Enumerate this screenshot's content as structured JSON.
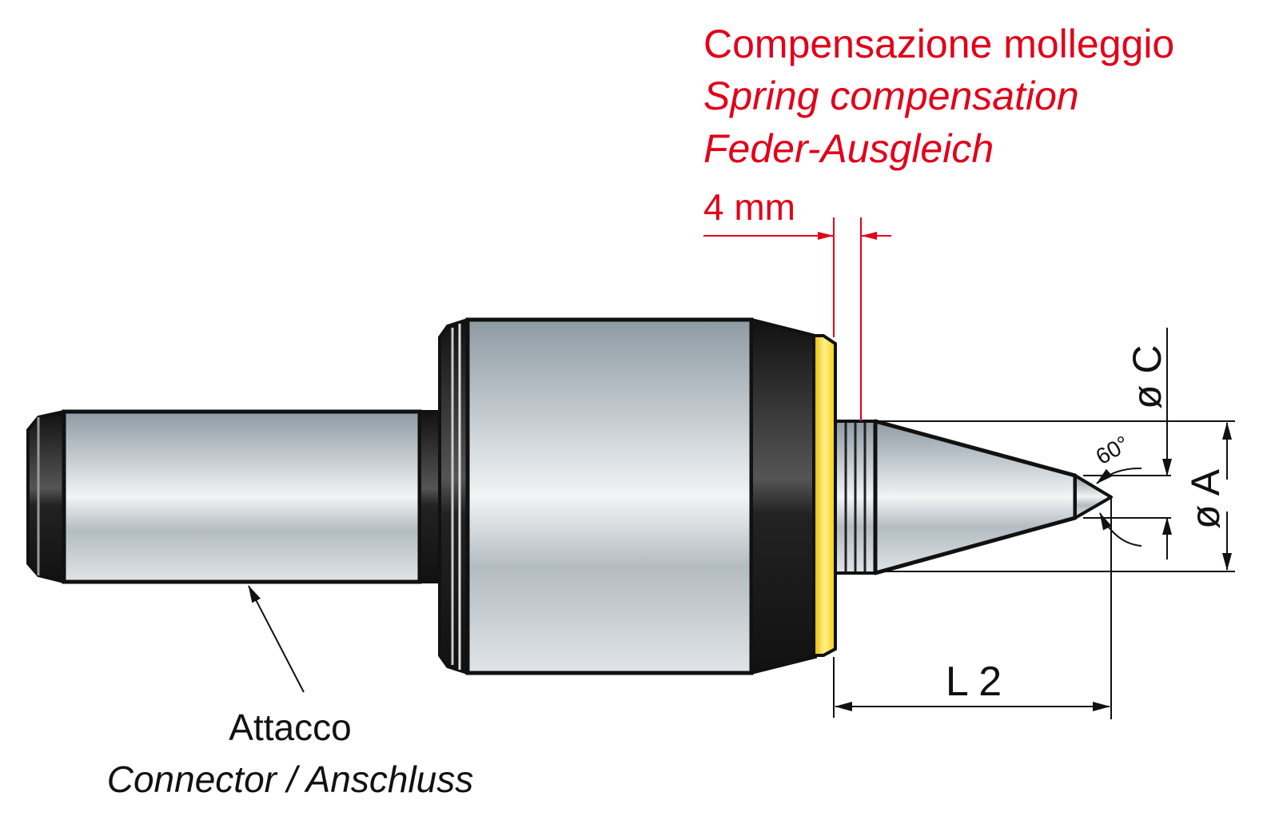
{
  "colors": {
    "accent_red": "#e2001a",
    "ring_yellow": "#f7d117",
    "outline": "#111111"
  },
  "spring": {
    "title_it": "Compensazione molleggio",
    "title_en": "Spring compensation",
    "title_de": "Feder-Ausgleich",
    "travel": "4 mm"
  },
  "connector": {
    "label_it": "Attacco",
    "label_en_de": "Connector / Anschluss"
  },
  "dimensions": {
    "angle": "60°",
    "dia_c": "ø C",
    "dia_a": "ø A",
    "length": "L 2"
  }
}
